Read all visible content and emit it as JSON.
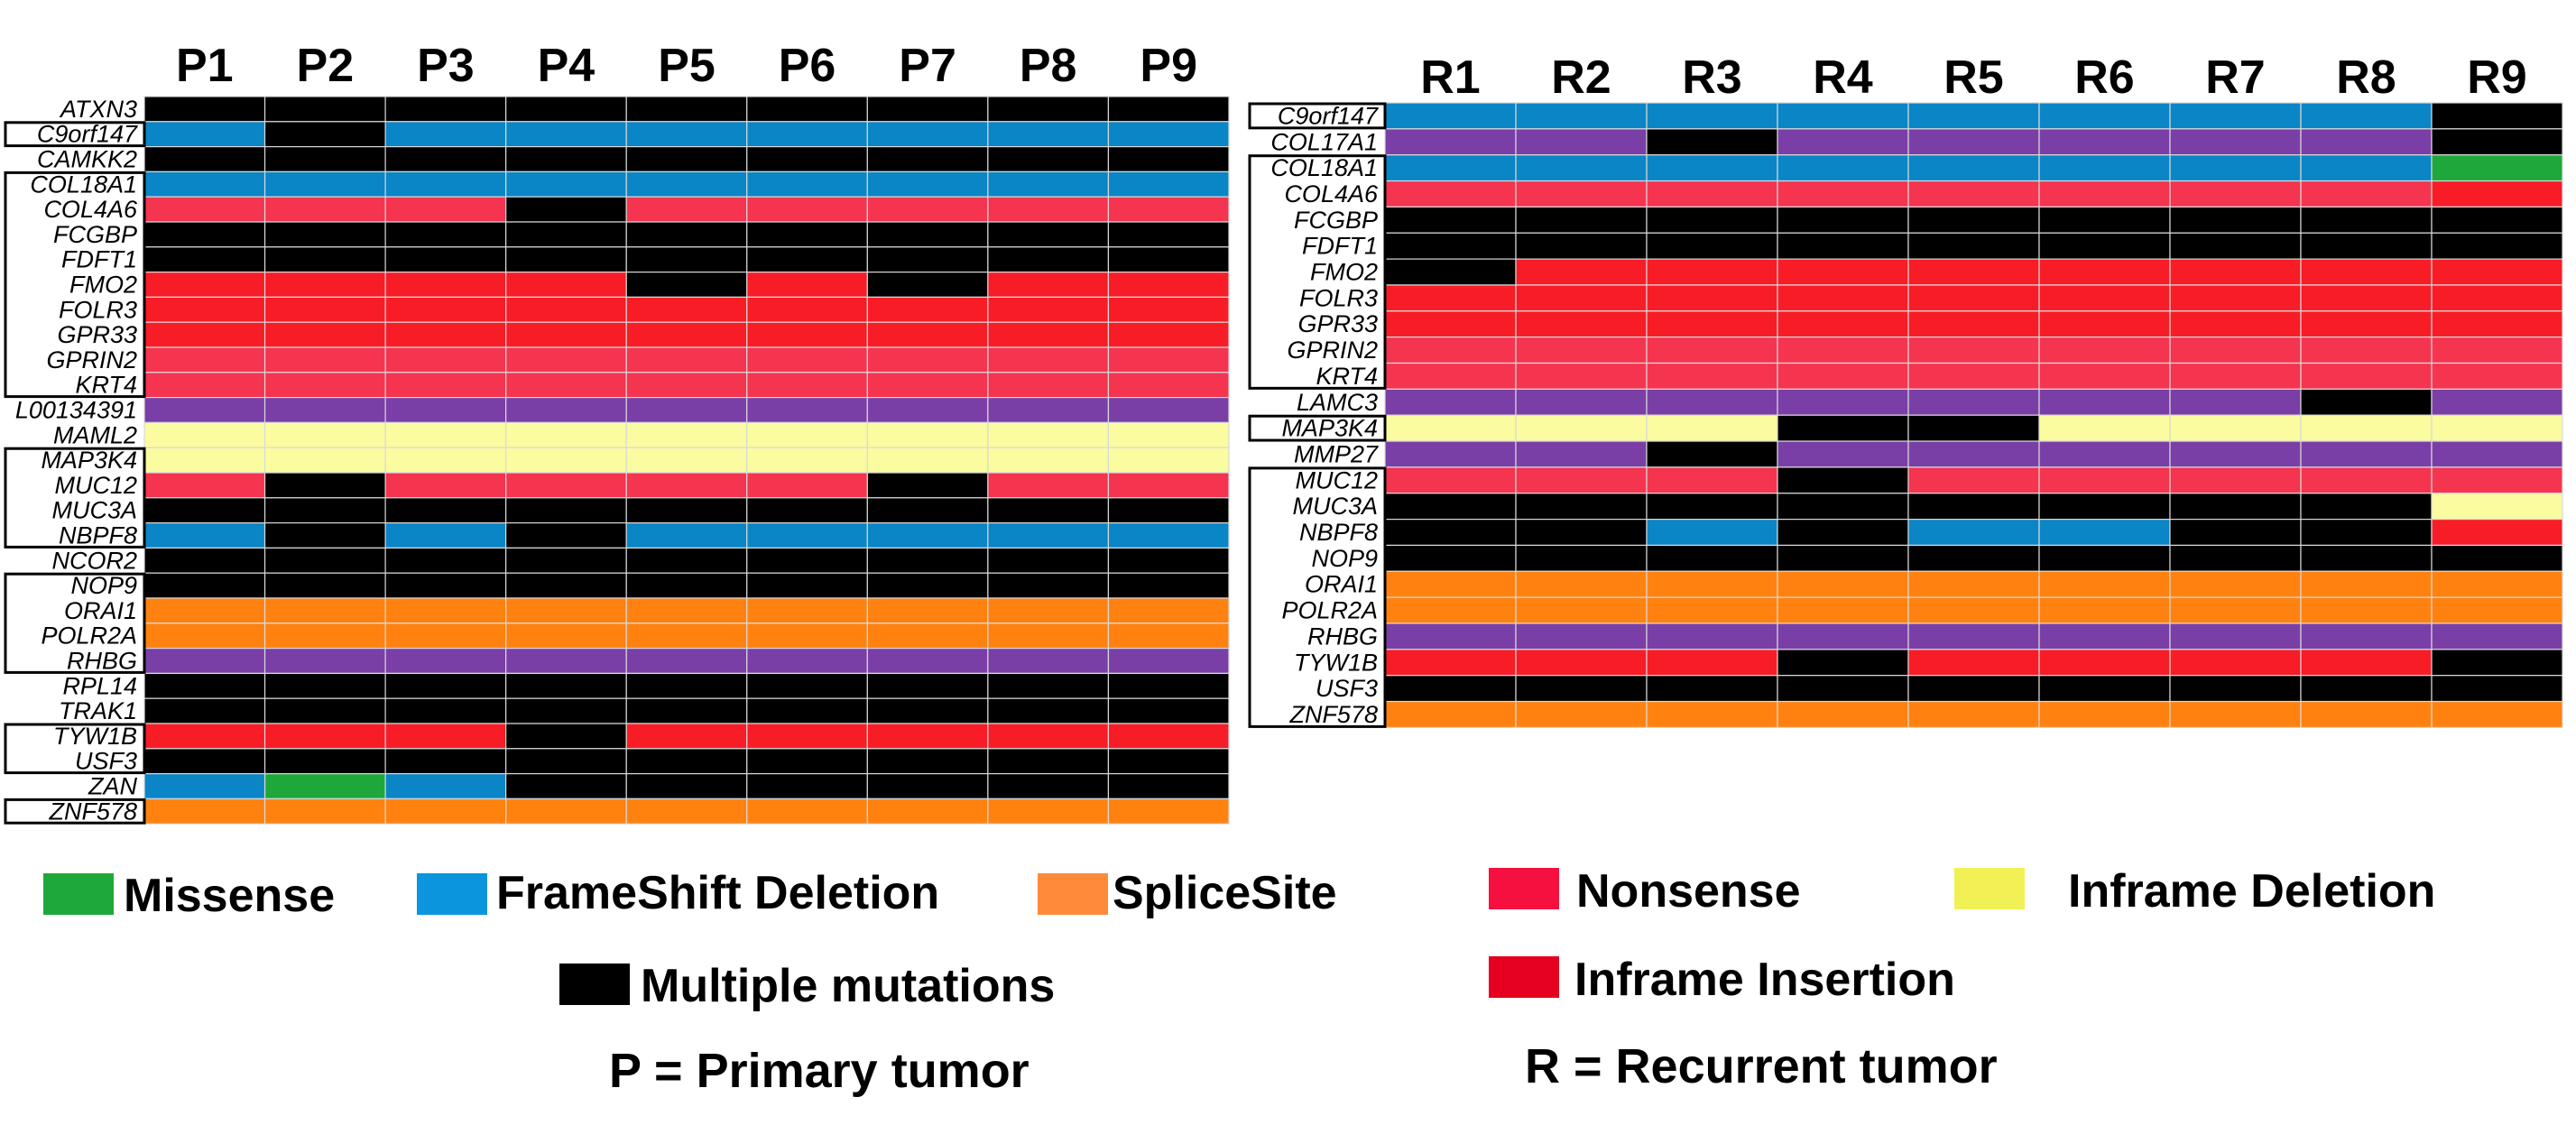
{
  "color_map": {
    "K": "#000000",
    "B": "#0a85c6",
    "P": "#7a3fa6",
    "R": "#f81c26",
    "N": "#f5344f",
    "O": "#ff8210",
    "Y": "#fbfba0",
    "G": "#1fa83a"
  },
  "legend": [
    {
      "label": "Missense",
      "color": "#1fa83a"
    },
    {
      "label": "FrameShift Deletion",
      "color": "#0a95dc"
    },
    {
      "label": "SpliceSite",
      "color": "#ff8a3a"
    },
    {
      "label": "Nonsense",
      "color": "#f6103f"
    },
    {
      "label": "Inframe Deletion",
      "color": "#f1f155"
    },
    {
      "label": "Multiple mutations",
      "color": "#000000"
    },
    {
      "label": "Inframe Insertion",
      "color": "#e4001e"
    }
  ],
  "notes": {
    "primary": "P = Primary tumor",
    "recurrent": "R = Recurrent tumor"
  },
  "chart_data": [
    {
      "type": "heatmap",
      "title": "",
      "columns": [
        "P1",
        "P2",
        "P3",
        "P4",
        "P5",
        "P6",
        "P7",
        "P8",
        "P9"
      ],
      "rows": [
        "ATXN3",
        "C9orf147",
        "CAMKK2",
        "COL18A1",
        "COL4A6",
        "FCGBP",
        "FDFT1",
        "FMO2",
        "FOLR3",
        "GPR33",
        "GPRIN2",
        "KRT4",
        "L00134391",
        "MAML2",
        "MAP3K4",
        "MUC12",
        "MUC3A",
        "NBPF8",
        "NCOR2",
        "NOP9",
        "ORAI1",
        "POLR2A",
        "RHBG",
        "RPL14",
        "TRAK1",
        "TYW1B",
        "USF3",
        "ZAN",
        "ZNF578"
      ],
      "boxed_groups": [
        [
          1,
          1
        ],
        [
          3,
          11
        ],
        [
          14,
          17
        ],
        [
          19,
          22
        ],
        [
          25,
          26
        ],
        [
          28,
          28
        ]
      ],
      "cells": [
        [
          "K",
          "K",
          "K",
          "K",
          "K",
          "K",
          "K",
          "K",
          "K"
        ],
        [
          "B",
          "K",
          "B",
          "B",
          "B",
          "B",
          "B",
          "B",
          "B"
        ],
        [
          "K",
          "K",
          "K",
          "K",
          "K",
          "K",
          "K",
          "K",
          "K"
        ],
        [
          "B",
          "B",
          "B",
          "B",
          "B",
          "B",
          "B",
          "B",
          "B"
        ],
        [
          "N",
          "N",
          "N",
          "K",
          "N",
          "N",
          "N",
          "N",
          "N"
        ],
        [
          "K",
          "K",
          "K",
          "K",
          "K",
          "K",
          "K",
          "K",
          "K"
        ],
        [
          "K",
          "K",
          "K",
          "K",
          "K",
          "K",
          "K",
          "K",
          "K"
        ],
        [
          "R",
          "R",
          "R",
          "R",
          "K",
          "R",
          "K",
          "R",
          "R"
        ],
        [
          "R",
          "R",
          "R",
          "R",
          "R",
          "R",
          "R",
          "R",
          "R"
        ],
        [
          "R",
          "R",
          "R",
          "R",
          "R",
          "R",
          "R",
          "R",
          "R"
        ],
        [
          "N",
          "N",
          "N",
          "N",
          "N",
          "N",
          "N",
          "N",
          "N"
        ],
        [
          "N",
          "N",
          "N",
          "N",
          "N",
          "N",
          "N",
          "N",
          "N"
        ],
        [
          "P",
          "P",
          "P",
          "P",
          "P",
          "P",
          "P",
          "P",
          "P"
        ],
        [
          "Y",
          "Y",
          "Y",
          "Y",
          "Y",
          "Y",
          "Y",
          "Y",
          "Y"
        ],
        [
          "Y",
          "Y",
          "Y",
          "Y",
          "Y",
          "Y",
          "Y",
          "Y",
          "Y"
        ],
        [
          "N",
          "K",
          "N",
          "N",
          "N",
          "N",
          "K",
          "N",
          "N"
        ],
        [
          "K",
          "K",
          "K",
          "K",
          "K",
          "K",
          "K",
          "K",
          "K"
        ],
        [
          "B",
          "K",
          "B",
          "K",
          "B",
          "B",
          "B",
          "B",
          "B"
        ],
        [
          "K",
          "K",
          "K",
          "K",
          "K",
          "K",
          "K",
          "K",
          "K"
        ],
        [
          "K",
          "K",
          "K",
          "K",
          "K",
          "K",
          "K",
          "K",
          "K"
        ],
        [
          "O",
          "O",
          "O",
          "O",
          "O",
          "O",
          "O",
          "O",
          "O"
        ],
        [
          "O",
          "O",
          "O",
          "O",
          "O",
          "O",
          "O",
          "O",
          "O"
        ],
        [
          "P",
          "P",
          "P",
          "P",
          "P",
          "P",
          "P",
          "P",
          "P"
        ],
        [
          "K",
          "K",
          "K",
          "K",
          "K",
          "K",
          "K",
          "K",
          "K"
        ],
        [
          "K",
          "K",
          "K",
          "K",
          "K",
          "K",
          "K",
          "K",
          "K"
        ],
        [
          "R",
          "R",
          "R",
          "K",
          "R",
          "R",
          "R",
          "R",
          "R"
        ],
        [
          "K",
          "K",
          "K",
          "K",
          "K",
          "K",
          "K",
          "K",
          "K"
        ],
        [
          "B",
          "G",
          "B",
          "K",
          "K",
          "K",
          "K",
          "K",
          "K"
        ],
        [
          "O",
          "O",
          "O",
          "O",
          "O",
          "O",
          "O",
          "O",
          "O"
        ]
      ]
    },
    {
      "type": "heatmap",
      "title": "",
      "columns": [
        "R1",
        "R2",
        "R3",
        "R4",
        "R5",
        "R6",
        "R7",
        "R8",
        "R9"
      ],
      "rows": [
        "C9orf147",
        "COL17A1",
        "COL18A1",
        "COL4A6",
        "FCGBP",
        "FDFT1",
        "FMO2",
        "FOLR3",
        "GPR33",
        "GPRIN2",
        "KRT4",
        "LAMC3",
        "MAP3K4",
        "MMP27",
        "MUC12",
        "MUC3A",
        "NBPF8",
        "NOP9",
        "ORAI1",
        "POLR2A",
        "RHBG",
        "TYW1B",
        "USF3",
        "ZNF578"
      ],
      "boxed_groups": [
        [
          0,
          0
        ],
        [
          2,
          10
        ],
        [
          12,
          12
        ],
        [
          14,
          23
        ]
      ],
      "cells": [
        [
          "B",
          "B",
          "B",
          "B",
          "B",
          "B",
          "B",
          "B",
          "K"
        ],
        [
          "P",
          "P",
          "K",
          "P",
          "P",
          "P",
          "P",
          "P",
          "K"
        ],
        [
          "B",
          "B",
          "B",
          "B",
          "B",
          "B",
          "B",
          "B",
          "G"
        ],
        [
          "N",
          "N",
          "N",
          "N",
          "N",
          "N",
          "N",
          "N",
          "R"
        ],
        [
          "K",
          "K",
          "K",
          "K",
          "K",
          "K",
          "K",
          "K",
          "K"
        ],
        [
          "K",
          "K",
          "K",
          "K",
          "K",
          "K",
          "K",
          "K",
          "K"
        ],
        [
          "K",
          "R",
          "R",
          "R",
          "R",
          "R",
          "R",
          "R",
          "R"
        ],
        [
          "R",
          "R",
          "R",
          "R",
          "R",
          "R",
          "R",
          "R",
          "R"
        ],
        [
          "R",
          "R",
          "R",
          "R",
          "R",
          "R",
          "R",
          "R",
          "R"
        ],
        [
          "N",
          "N",
          "N",
          "N",
          "N",
          "N",
          "N",
          "N",
          "N"
        ],
        [
          "N",
          "N",
          "N",
          "N",
          "N",
          "N",
          "N",
          "N",
          "N"
        ],
        [
          "P",
          "P",
          "P",
          "P",
          "P",
          "P",
          "P",
          "K",
          "P"
        ],
        [
          "Y",
          "Y",
          "Y",
          "K",
          "K",
          "Y",
          "Y",
          "Y",
          "Y"
        ],
        [
          "P",
          "P",
          "K",
          "P",
          "P",
          "P",
          "P",
          "P",
          "P"
        ],
        [
          "N",
          "N",
          "N",
          "K",
          "N",
          "N",
          "N",
          "N",
          "N"
        ],
        [
          "K",
          "K",
          "K",
          "K",
          "K",
          "K",
          "K",
          "K",
          "Y"
        ],
        [
          "K",
          "K",
          "B",
          "K",
          "B",
          "B",
          "K",
          "K",
          "R"
        ],
        [
          "K",
          "K",
          "K",
          "K",
          "K",
          "K",
          "K",
          "K",
          "K"
        ],
        [
          "O",
          "O",
          "O",
          "O",
          "O",
          "O",
          "O",
          "O",
          "O"
        ],
        [
          "O",
          "O",
          "O",
          "O",
          "O",
          "O",
          "O",
          "O",
          "O"
        ],
        [
          "P",
          "P",
          "P",
          "P",
          "P",
          "P",
          "P",
          "P",
          "P"
        ],
        [
          "R",
          "R",
          "R",
          "K",
          "R",
          "R",
          "R",
          "R",
          "K"
        ],
        [
          "K",
          "K",
          "K",
          "K",
          "K",
          "K",
          "K",
          "K",
          "K"
        ],
        [
          "O",
          "O",
          "O",
          "O",
          "O",
          "O",
          "O",
          "O",
          "O"
        ]
      ]
    }
  ]
}
